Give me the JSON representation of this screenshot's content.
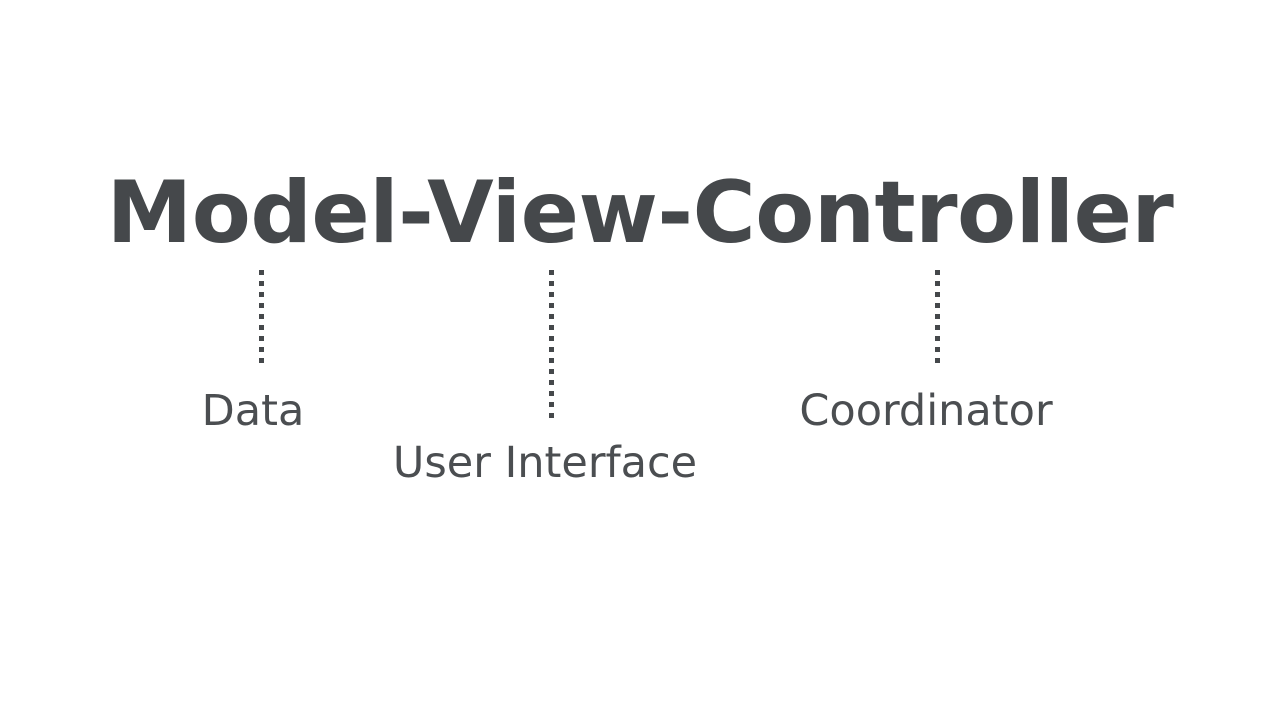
{
  "slide": {
    "background_color": "#ffffff",
    "text_color": "#45484b",
    "title": "Model-View-Controller",
    "title_parts": [
      "Model",
      "View",
      "Controller"
    ],
    "connector_style": "dotted-vertical",
    "connector_color": "#45484b",
    "labels": [
      {
        "id": "data",
        "text": "Data",
        "maps_to": "Model"
      },
      {
        "id": "user-interface",
        "text": "User Interface",
        "maps_to": "View"
      },
      {
        "id": "coordinator",
        "text": "Coordinator",
        "maps_to": "Controller"
      }
    ]
  }
}
